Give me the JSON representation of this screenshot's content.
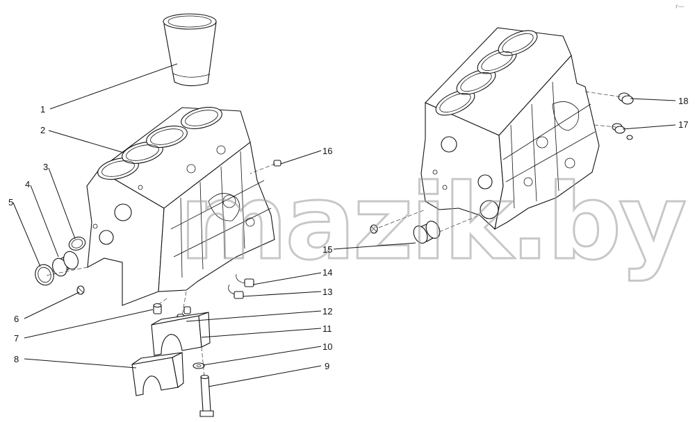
{
  "diagram": {
    "watermark": "mazik.by",
    "corner_mark": "r—",
    "callouts": [
      {
        "id": "1",
        "label": "1"
      },
      {
        "id": "2",
        "label": "2"
      },
      {
        "id": "3",
        "label": "3"
      },
      {
        "id": "4",
        "label": "4"
      },
      {
        "id": "5",
        "label": "5"
      },
      {
        "id": "6",
        "label": "6"
      },
      {
        "id": "7",
        "label": "7"
      },
      {
        "id": "8",
        "label": "8"
      },
      {
        "id": "9",
        "label": "9"
      },
      {
        "id": "10",
        "label": "10"
      },
      {
        "id": "11",
        "label": "11"
      },
      {
        "id": "12",
        "label": "12"
      },
      {
        "id": "13",
        "label": "13"
      },
      {
        "id": "14",
        "label": "14"
      },
      {
        "id": "15",
        "label": "15"
      },
      {
        "id": "16",
        "label": "16"
      },
      {
        "id": "17",
        "label": "17"
      },
      {
        "id": "18",
        "label": "18"
      }
    ]
  }
}
